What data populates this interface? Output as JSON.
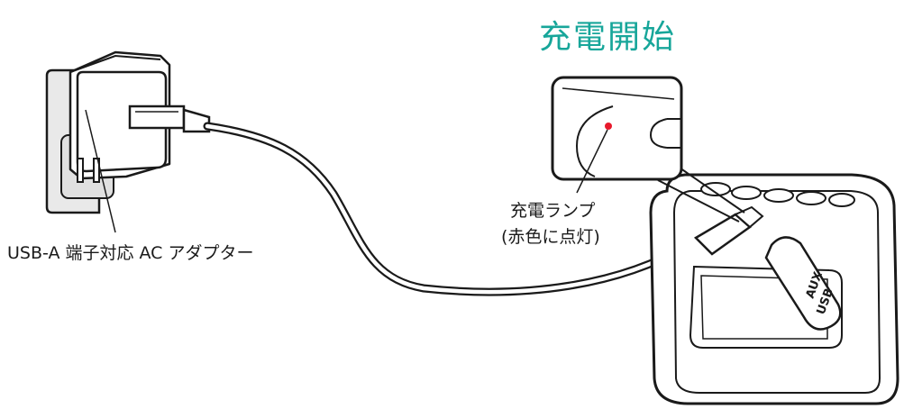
{
  "title": "充電開始",
  "labels": {
    "adapter": "USB-A 端子対応 AC アダプター",
    "lamp": "充電ランプ",
    "lamp_state": "(赤色に点灯)"
  },
  "port_labels": {
    "usb": "USB",
    "aux": "AUX"
  },
  "colors": {
    "title": "#17a69a",
    "lamp": "#e8192c",
    "line": "#1a1a1a",
    "wall": "#e9e9e9"
  }
}
